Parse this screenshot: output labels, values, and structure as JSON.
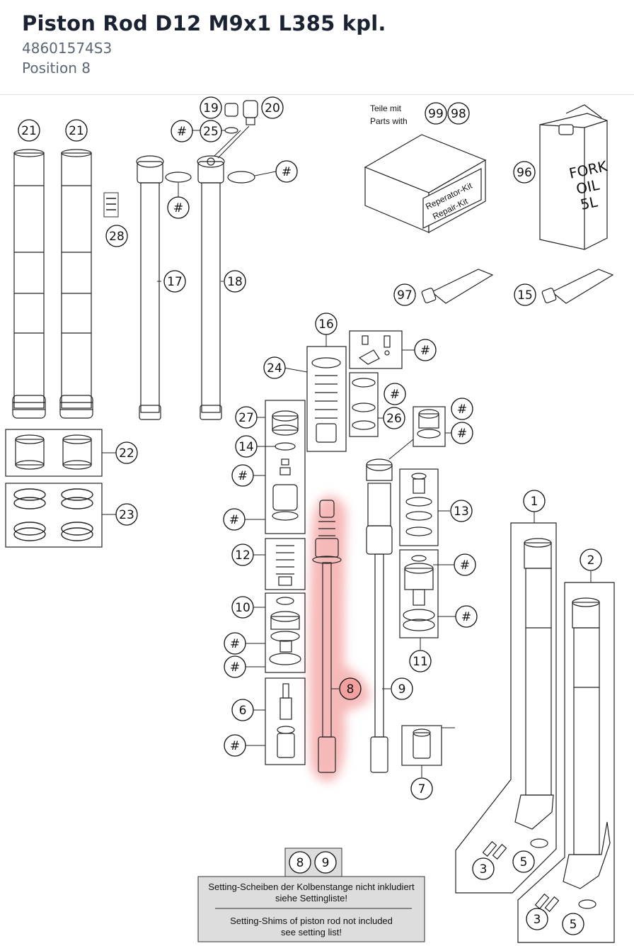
{
  "header": {
    "title": "Piston Rod D12 M9x1 L385 kpl.",
    "part_number": "48601574S3",
    "position": "Position 8"
  },
  "callouts": [
    "21",
    "21",
    "28",
    "19",
    "20",
    "25",
    "#",
    "#",
    "17",
    "18",
    "#",
    "99",
    "98",
    "96",
    "97",
    "15",
    "16",
    "#",
    "24",
    "#",
    "26",
    "#",
    "#",
    "27",
    "14",
    "#",
    "22",
    "23",
    "13",
    "12",
    "1",
    "#",
    "10",
    "11",
    "#",
    "#",
    "#",
    "2",
    "8",
    "9",
    "6",
    "#",
    "#",
    "7",
    "3",
    "5",
    "3",
    "5",
    "8",
    "9"
  ],
  "highlight": {
    "part": "8",
    "color": "#f07070"
  },
  "kit_label": {
    "line1_de": "Teile mit",
    "line2_en": "Parts with"
  },
  "repair_box": {
    "line1": "Reperator-Kit",
    "line2": "Repair-Kit"
  },
  "oil_can": {
    "line1": "FORK",
    "line2": "OIL",
    "line3": "5L"
  },
  "note": {
    "de_line1": "Setting-Scheiben der Kolbenstange nicht inkludiert",
    "de_line2": "siehe Settingliste!",
    "en_line1": "Setting-Shims of piston rod not included",
    "en_line2": "see setting list!"
  }
}
